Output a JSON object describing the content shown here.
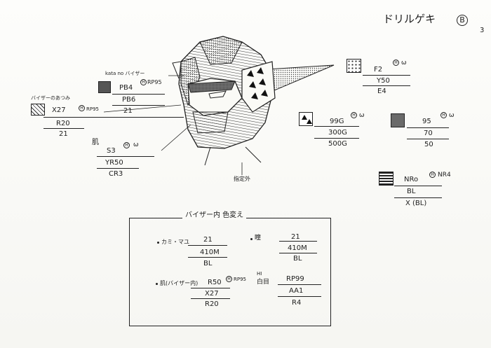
{
  "sheet": {
    "title": "ドリルゲキ",
    "version": "B",
    "page": "3"
  },
  "specs": {
    "visor_side_label": "kata no バイザー",
    "visor_side_c1": "PB4",
    "visor_side_tag": "RP95",
    "visor_side_c2": "PB6",
    "visor_side_c3": "21",
    "visor_edge_label": "バイザーのあつみ",
    "visor_edge_c1": "X27",
    "visor_edge_tag": "RP95",
    "visor_edge_c2": "R20",
    "visor_edge_c3": "21",
    "skin_label": "肌",
    "skin_c1": "S3",
    "skin_tag": "ω",
    "skin_c2": "YR50",
    "skin_c3": "CR3",
    "horn_c1": "F2",
    "horn_tag": "ω",
    "horn_c2": "Y50",
    "horn_c3": "E4",
    "tri_c1": "99G",
    "tri_tag": "ω",
    "tri_c2": "300G",
    "tri_c3": "500G",
    "gray_c1": "95",
    "gray_tag": "ω",
    "gray_c2": "70",
    "gray_c3": "50",
    "stripe_c1": "NRo",
    "stripe_tag": "NR4",
    "stripe_c2": "BL",
    "stripe_c3": "X (BL)",
    "note_bottom": "指定外"
  },
  "inner_box": {
    "title": "バイザー内 色変え",
    "hair_label": "カミ・マユ",
    "hair_c1": "21",
    "hair_c2": "410M",
    "hair_c3": "BL",
    "eye_label": "瞳",
    "eye_c1": "21",
    "eye_c2": "410M",
    "eye_c3": "BL",
    "skin_label": "肌(バイザー内)",
    "skin_c1": "R50",
    "skin_tag": "RP95",
    "skin_c2": "X27",
    "skin_c3": "R20",
    "white_label": "白目",
    "white_tag": "HI",
    "white_c1": "RP99",
    "white_c2": "AA1",
    "white_c3": "R4"
  }
}
